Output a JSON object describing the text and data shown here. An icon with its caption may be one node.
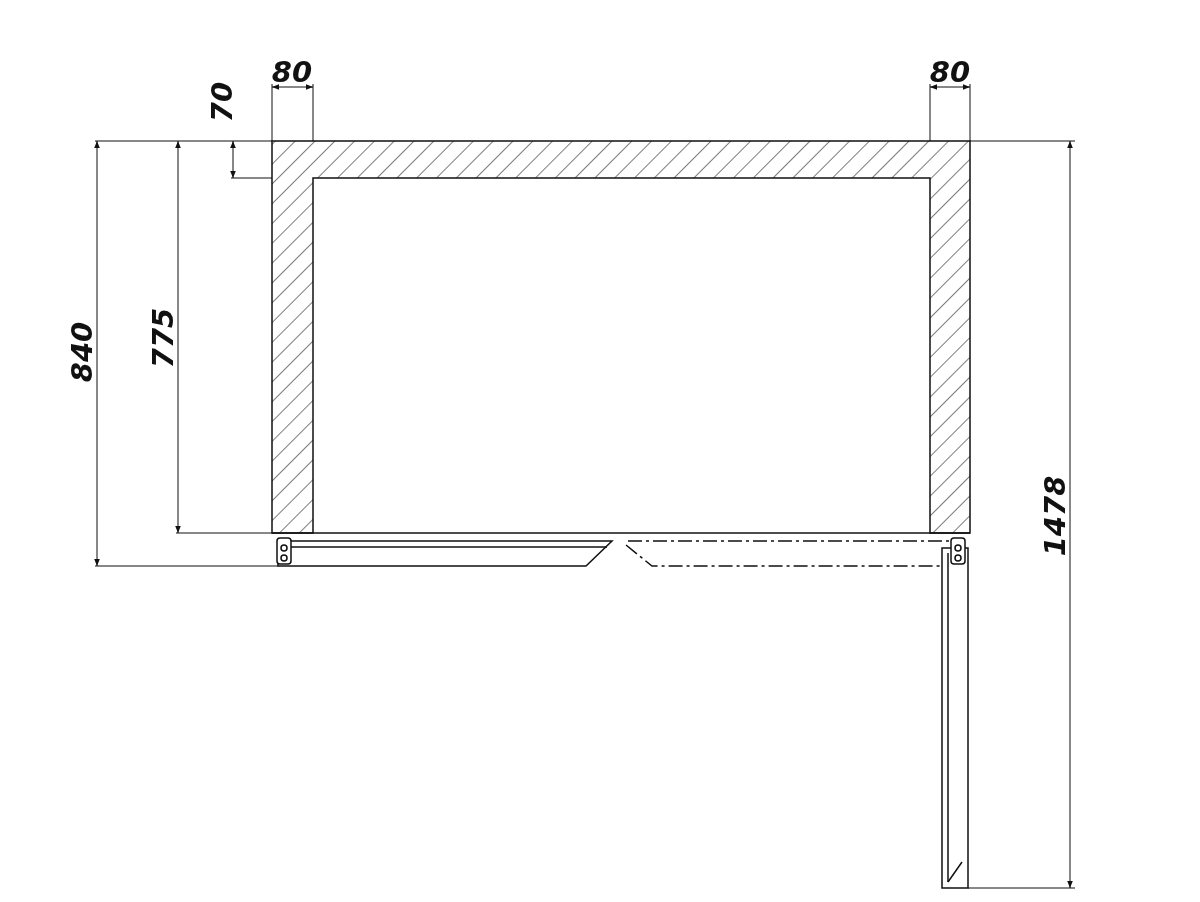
{
  "diagram": {
    "labels": [
      "70",
      "80",
      "80",
      "840",
      "775",
      "1478"
    ]
  }
}
